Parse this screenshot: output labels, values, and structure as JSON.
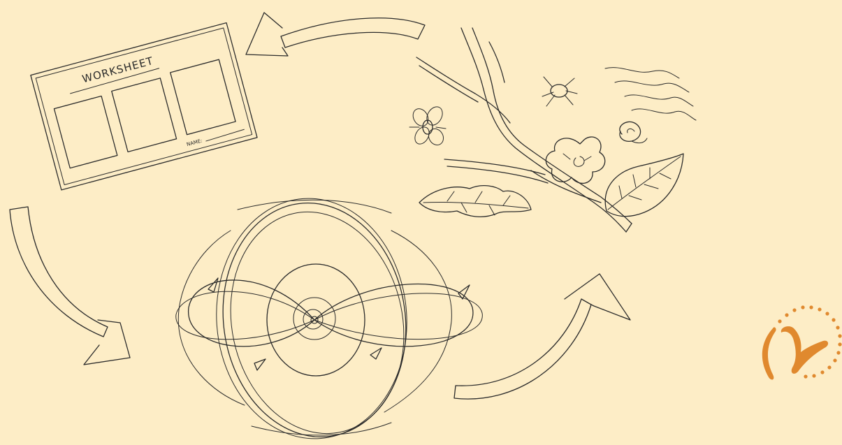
{
  "worksheet": {
    "title": "WORKSHEET",
    "name_label": "NAME:"
  },
  "logo": {
    "color": "#e0892e",
    "icon": "k-circle-logo"
  },
  "colors": {
    "background": "#fdedc6",
    "ink": "#2b2b2b",
    "accent": "#e0892e"
  }
}
